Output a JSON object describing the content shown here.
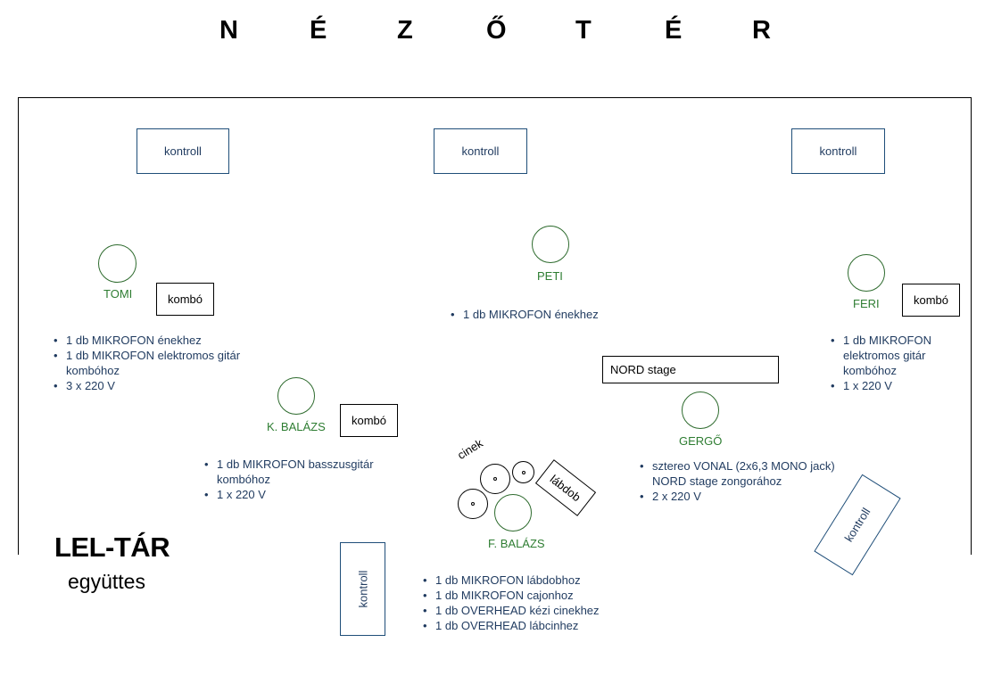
{
  "audience_letters": [
    "N",
    "É",
    "Z",
    "Ő",
    "T",
    "É",
    "R"
  ],
  "monitor_label": "kontroll",
  "combo_label": "kombó",
  "members": {
    "tomi": {
      "name": "TOMI",
      "items": [
        "1 db MIKROFON énekhez",
        "1 db MIKROFON elektromos gitár kombóhoz",
        "3 x 220 V"
      ]
    },
    "peti": {
      "name": "PETI",
      "items": [
        "1 db MIKROFON énekhez"
      ]
    },
    "feri": {
      "name": "FERI",
      "items": [
        "1 db MIKROFON elektromos gitár kombóhoz",
        "1 x 220 V"
      ]
    },
    "kbalazs": {
      "name": "K. BALÁZS",
      "items": [
        "1 db MIKROFON basszusgitár kombóhoz",
        "1 x 220 V"
      ]
    },
    "gergo": {
      "name": "GERGŐ",
      "items": [
        "sztereo VONAL (2x6,3 MONO jack) NORD stage zongorához",
        "2 x 220 V"
      ]
    },
    "fbalazs": {
      "name": "F. BALÁZS",
      "items": [
        "1 db MIKROFON lábdobhoz",
        "1 db MIKROFON cajonhoz",
        "1 db OVERHEAD kézi cinekhez",
        "1 db OVERHEAD lábcinhez"
      ]
    }
  },
  "keyboard_label": "NORD stage",
  "drums": {
    "cymbals_label": "cinek",
    "kick_label": "lábdob"
  },
  "band": {
    "name": "LEL-TÁR",
    "subtitle": "együttes"
  },
  "colors": {
    "text_blue": "#1f3a5f",
    "member_green": "#2e7d32",
    "box_border": "#1f4e79"
  }
}
